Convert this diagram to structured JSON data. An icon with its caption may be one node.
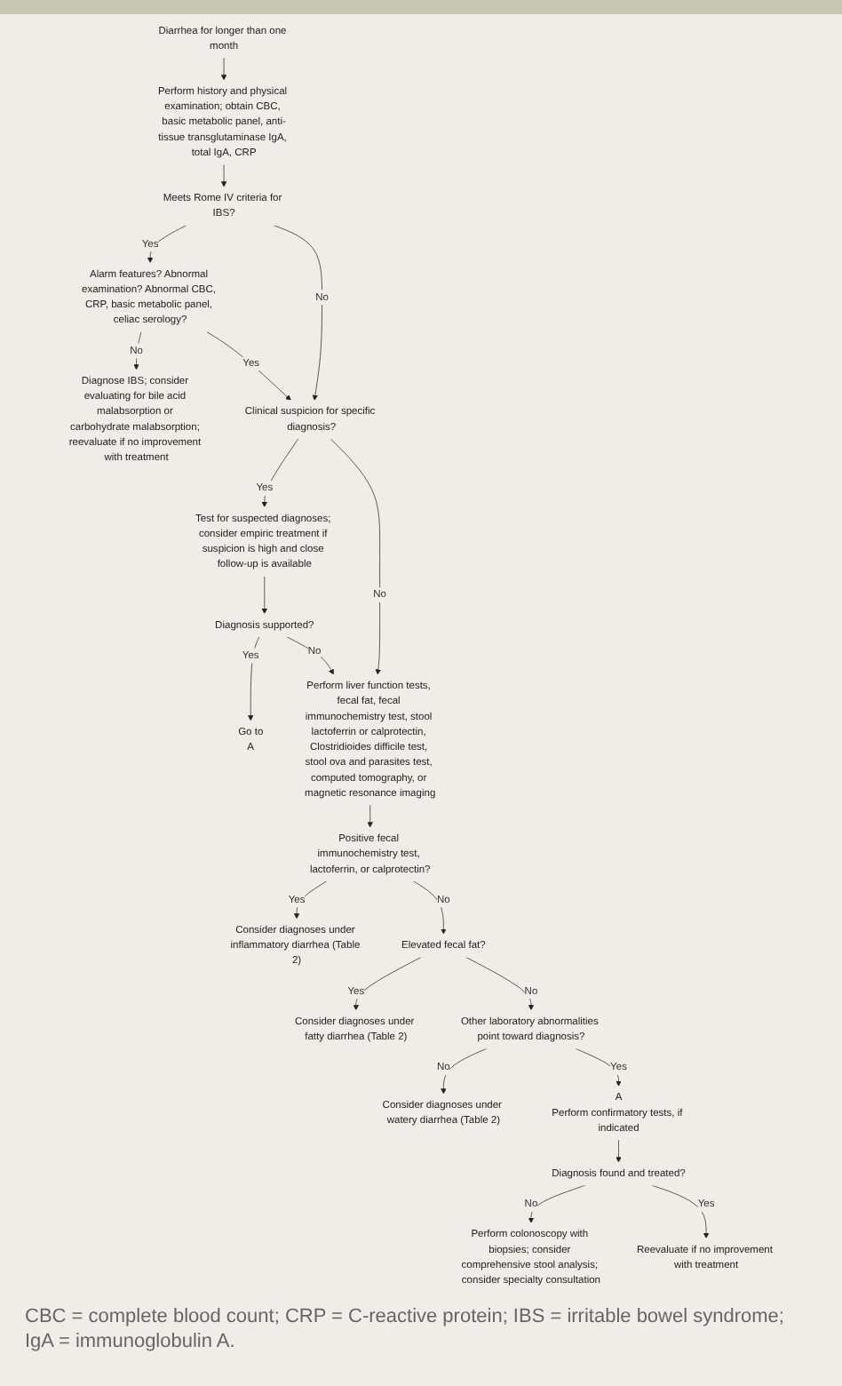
{
  "diagram": {
    "nodes": [
      {
        "text": [
          "Diarrhea for longer than one month"
        ]
      },
      {
        "text": [
          "Perform history and physical examination; obtain CBC, basic metabolic panel, anti-tissue transglutaminase IgA, total IgA, CRP"
        ]
      },
      {
        "text": [
          "Meets Rome IV criteria for IBS?"
        ]
      },
      {
        "text": [
          "Alarm features? Abnormal examination? Abnormal CBC, CRP, basic metabolic panel, celiac serology?"
        ]
      },
      {
        "text": [
          "Diagnose IBS; consider evaluating for bile acid malabsorption or carbohydrate malabsorption; reevaluate if no improvement with treatment"
        ]
      },
      {
        "text": [
          "Clinical suspicion for specific diagnosis?"
        ]
      },
      {
        "text": [
          "Test for suspected diagnoses; consider empiric treatment if suspicion is high and close follow-up is available"
        ]
      },
      {
        "text": [
          "Diagnosis supported?"
        ]
      },
      {
        "text": [
          "Go to",
          "A"
        ]
      },
      {
        "text": [
          "Perform liver function tests, fecal fat, fecal immunochemistry test, stool lactoferrin or calprotectin, Clostridioides difficile test, stool ova and parasites test, computed tomography, or magnetic resonance imaging"
        ]
      },
      {
        "text": [
          "Positive fecal immunochemistry test, lactoferrin, or calprotectin?"
        ]
      },
      {
        "text": [
          "Consider diagnoses under inflammatory diarrhea (Table 2)"
        ]
      },
      {
        "text": [
          "Elevated fecal fat?"
        ]
      },
      {
        "text": [
          "Consider diagnoses under fatty diarrhea (Table 2)"
        ]
      },
      {
        "text": [
          "Other laboratory abnormalities point toward diagnosis?"
        ]
      },
      {
        "text": [
          "Consider diagnoses under watery diarrhea (Table 2)"
        ]
      },
      {
        "text": [
          "A",
          "Perform confirmatory tests, if indicated"
        ]
      },
      {
        "text": [
          "Diagnosis found and treated?"
        ]
      },
      {
        "text": [
          "Perform colonoscopy with biopsies; consider comprehensive stool analysis; consider specialty consultation"
        ]
      },
      {
        "text": [
          "Reevaluate if no improvement with treatment"
        ]
      }
    ],
    "edges": [
      {
        "from": 0,
        "to": 1,
        "arrow": "to"
      },
      {
        "from": 1,
        "to": 2,
        "arrow": "to"
      },
      {
        "from": 2,
        "to": 5,
        "label": "No",
        "arrow": "to"
      },
      {
        "from": 2,
        "to": 3,
        "label": "Yes",
        "arrow": "to"
      },
      {
        "from": 3,
        "to": 4,
        "label": "No",
        "arrow": "to"
      },
      {
        "from": 3,
        "to": 5,
        "label": "Yes",
        "arrow": "to"
      },
      {
        "from": 5,
        "to": 6,
        "label": "Yes",
        "arrow": "to"
      },
      {
        "from": 5,
        "to": 9,
        "label": "No",
        "arrow": "to"
      },
      {
        "from": 6,
        "to": 7,
        "arrow": "to"
      },
      {
        "from": 7,
        "to": 8,
        "label": "Yes",
        "arrow": "to"
      },
      {
        "from": 7,
        "to": 9,
        "label": "No",
        "arrow": "to"
      },
      {
        "from": 9,
        "to": 10,
        "arrow": "to"
      },
      {
        "from": 10,
        "to": 11,
        "label": "Yes",
        "arrow": "to"
      },
      {
        "from": 10,
        "to": 12,
        "label": "No",
        "arrow": "to"
      },
      {
        "from": 12,
        "to": 13,
        "label": "Yes",
        "arrow": "to"
      },
      {
        "from": 12,
        "to": 14,
        "label": "No",
        "arrow": "to"
      },
      {
        "from": 14,
        "to": 15,
        "label": "No",
        "arrow": "to"
      },
      {
        "from": 14,
        "to": 16,
        "label": "Yes",
        "arrow": "to"
      },
      {
        "from": 16,
        "to": 17,
        "arrow": "to"
      },
      {
        "from": 17,
        "to": 18,
        "label": "No",
        "arrow": "to"
      },
      {
        "from": 17,
        "to": 19,
        "label": "Yes",
        "arrow": "to"
      }
    ],
    "caption": "CBC = complete blood count; CRP = C-reactive protein; IBS = irritable bowel syndrome; IgA = immunoglobulin A."
  }
}
